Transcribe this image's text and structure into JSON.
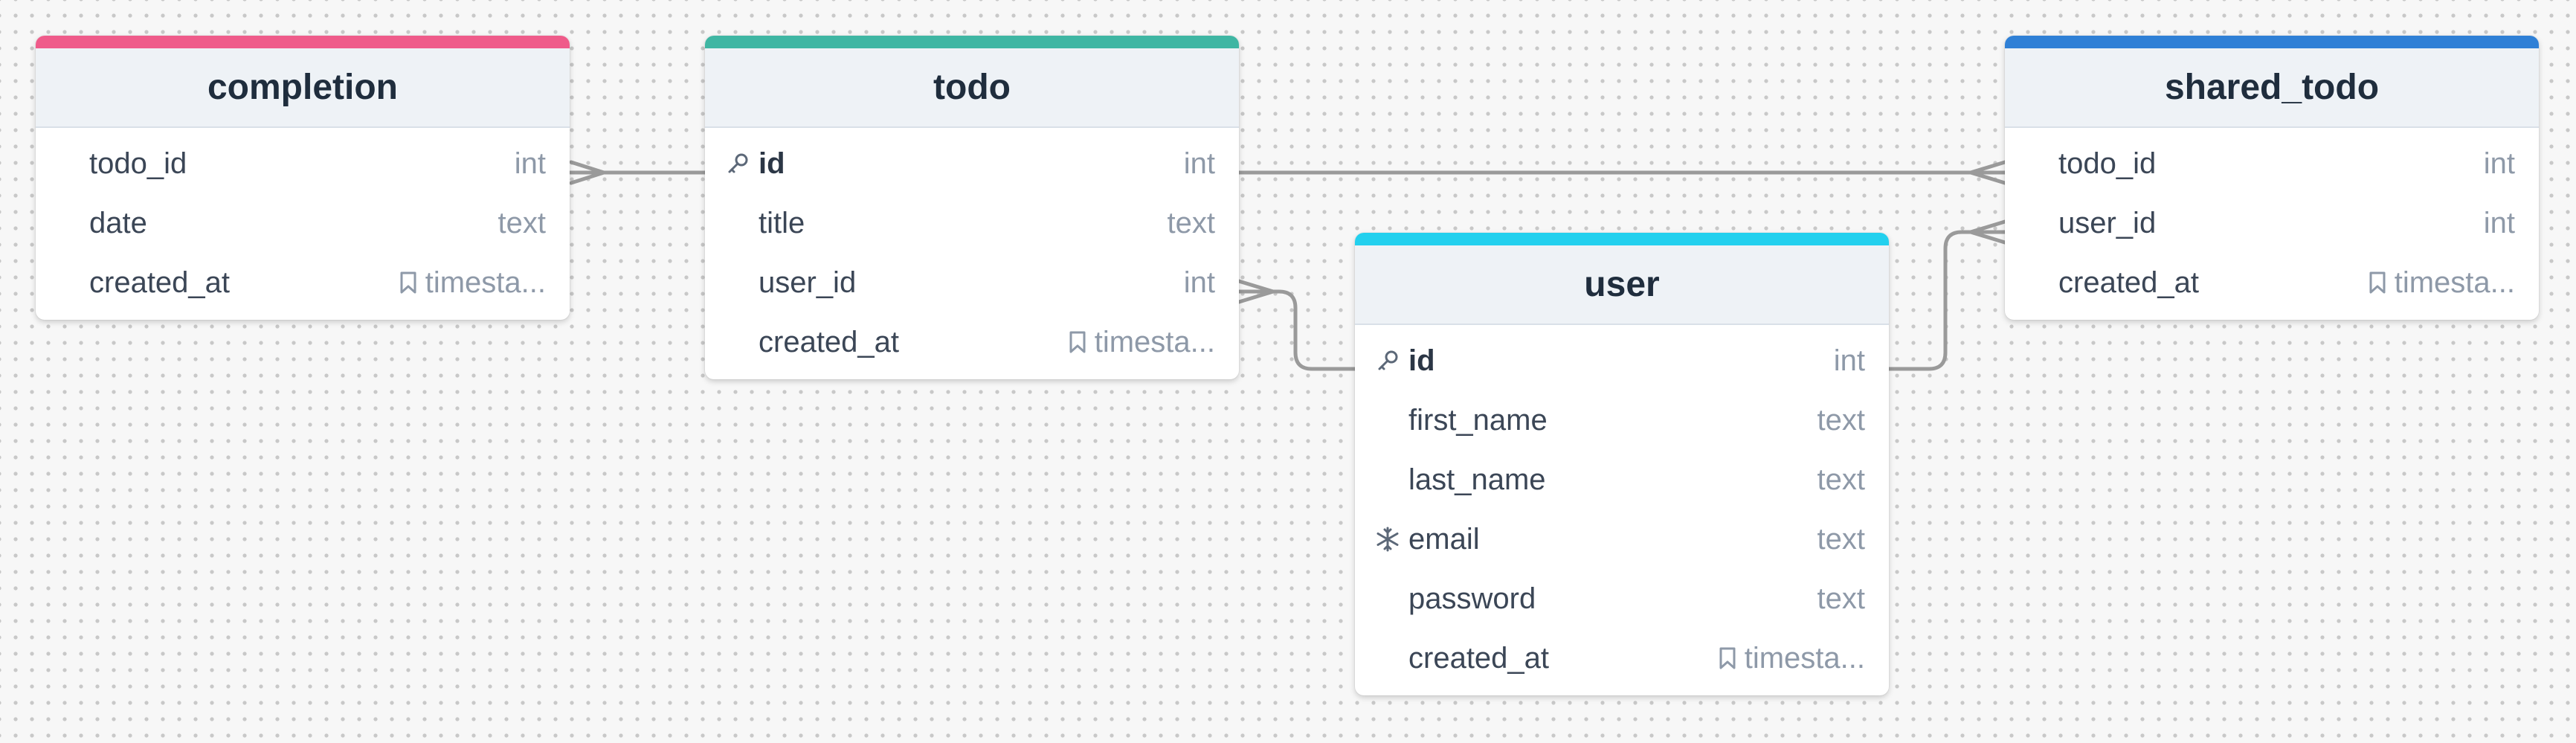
{
  "colors": {
    "completion": "#ef5b8a",
    "todo": "#3fb6a3",
    "user": "#22d0ee",
    "shared_todo": "#2f80d6",
    "connector": "#9a9a9a"
  },
  "tables": {
    "completion": {
      "title": "completion",
      "rows": [
        {
          "name": "todo_id",
          "type": "int"
        },
        {
          "name": "date",
          "type": "text"
        },
        {
          "name": "created_at",
          "type": "timesta..."
        }
      ]
    },
    "todo": {
      "title": "todo",
      "rows": [
        {
          "name": "id",
          "type": "int"
        },
        {
          "name": "title",
          "type": "text"
        },
        {
          "name": "user_id",
          "type": "int"
        },
        {
          "name": "created_at",
          "type": "timesta..."
        }
      ]
    },
    "user": {
      "title": "user",
      "rows": [
        {
          "name": "id",
          "type": "int"
        },
        {
          "name": "first_name",
          "type": "text"
        },
        {
          "name": "last_name",
          "type": "text"
        },
        {
          "name": "email",
          "type": "text"
        },
        {
          "name": "password",
          "type": "text"
        },
        {
          "name": "created_at",
          "type": "timesta..."
        }
      ]
    },
    "shared_todo": {
      "title": "shared_todo",
      "rows": [
        {
          "name": "todo_id",
          "type": "int"
        },
        {
          "name": "user_id",
          "type": "int"
        },
        {
          "name": "created_at",
          "type": "timesta..."
        }
      ]
    }
  },
  "icons": {
    "primary_key": "key-icon",
    "unique": "snowflake-icon",
    "default_value": "bookmark-icon"
  }
}
